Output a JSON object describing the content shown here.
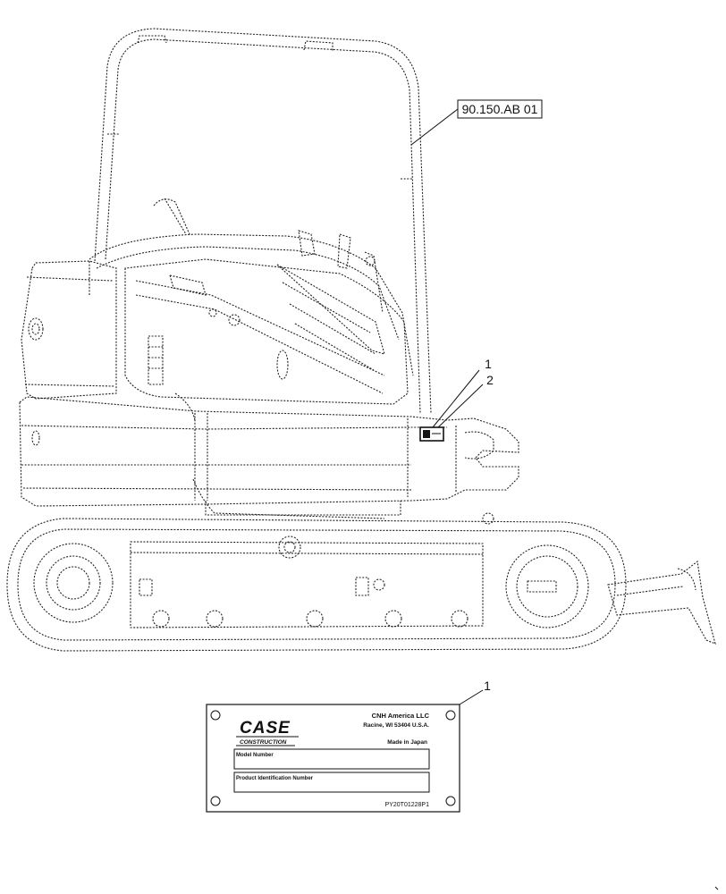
{
  "callouts": {
    "ref_box": "90.150.AB 01",
    "item_1": "1",
    "item_2": "2",
    "item_1_plate": "1"
  },
  "plate": {
    "brand": "CASE",
    "brand_sub": "CONSTRUCTION",
    "company": "CNH America LLC",
    "address": "Racine, WI 53404  U.S.A.",
    "made_in": "Made in Japan",
    "model_label": "Model Number",
    "pin_label": "Product Identification Number",
    "part_number": "PY20T01228P1"
  }
}
